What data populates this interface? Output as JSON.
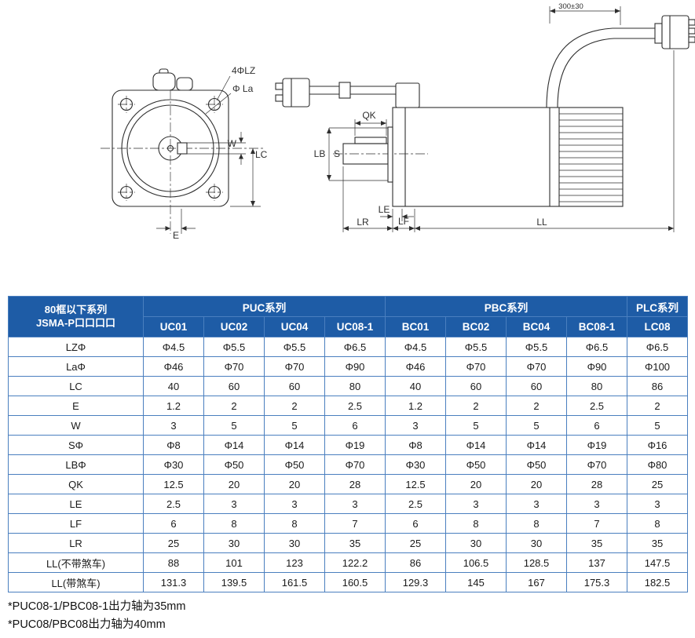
{
  "drawing": {
    "front_view": {
      "label_holes": "4ΦLZ",
      "label_flange_dia": "Φ La",
      "label_w": "W",
      "label_lc": "LC",
      "label_e": "E"
    },
    "side_view": {
      "label_qk": "QK",
      "label_lb": "LB",
      "label_s": "S",
      "label_le": "LE",
      "label_lr": "LR",
      "label_lf": "LF",
      "label_ll": "LL",
      "label_cable_length": "300±30"
    }
  },
  "table": {
    "header": {
      "series_col_line1": "80框以下系列",
      "series_col_line2": "JSMA-P口口口口",
      "groups": [
        {
          "label": "PUC系列",
          "span": 4
        },
        {
          "label": "PBC系列",
          "span": 4
        },
        {
          "label": "PLC系列",
          "span": 1
        }
      ],
      "models": [
        "UC01",
        "UC02",
        "UC04",
        "UC08-1",
        "BC01",
        "BC02",
        "BC04",
        "BC08-1",
        "LC08"
      ]
    },
    "rows": [
      {
        "param": "LZΦ",
        "values": [
          "Φ4.5",
          "Φ5.5",
          "Φ5.5",
          "Φ6.5",
          "Φ4.5",
          "Φ5.5",
          "Φ5.5",
          "Φ6.5",
          "Φ6.5"
        ]
      },
      {
        "param": "LaΦ",
        "values": [
          "Φ46",
          "Φ70",
          "Φ70",
          "Φ90",
          "Φ46",
          "Φ70",
          "Φ70",
          "Φ90",
          "Φ100"
        ]
      },
      {
        "param": "LC",
        "values": [
          "40",
          "60",
          "60",
          "80",
          "40",
          "60",
          "60",
          "80",
          "86"
        ]
      },
      {
        "param": "E",
        "values": [
          "1.2",
          "2",
          "2",
          "2.5",
          "1.2",
          "2",
          "2",
          "2.5",
          "2"
        ]
      },
      {
        "param": "W",
        "values": [
          "3",
          "5",
          "5",
          "6",
          "3",
          "5",
          "5",
          "6",
          "5"
        ]
      },
      {
        "param": "SΦ",
        "values": [
          "Φ8",
          "Φ14",
          "Φ14",
          "Φ19",
          "Φ8",
          "Φ14",
          "Φ14",
          "Φ19",
          "Φ16"
        ]
      },
      {
        "param": "LBΦ",
        "values": [
          "Φ30",
          "Φ50",
          "Φ50",
          "Φ70",
          "Φ30",
          "Φ50",
          "Φ50",
          "Φ70",
          "Φ80"
        ]
      },
      {
        "param": "QK",
        "values": [
          "12.5",
          "20",
          "20",
          "28",
          "12.5",
          "20",
          "20",
          "28",
          "25"
        ]
      },
      {
        "param": "LE",
        "values": [
          "2.5",
          "3",
          "3",
          "3",
          "2.5",
          "3",
          "3",
          "3",
          "3"
        ]
      },
      {
        "param": "LF",
        "values": [
          "6",
          "8",
          "8",
          "7",
          "6",
          "8",
          "8",
          "7",
          "8"
        ]
      },
      {
        "param": "LR",
        "values": [
          "25",
          "30",
          "30",
          "35",
          "25",
          "30",
          "30",
          "35",
          "35"
        ]
      },
      {
        "param": "LL(不带煞车)",
        "values": [
          "88",
          "101",
          "123",
          "122.2",
          "86",
          "106.5",
          "128.5",
          "137",
          "147.5"
        ]
      },
      {
        "param": "LL(带煞车)",
        "values": [
          "131.3",
          "139.5",
          "161.5",
          "160.5",
          "129.3",
          "145",
          "167",
          "175.3",
          "182.5"
        ]
      }
    ]
  },
  "notes": [
    "*PUC08-1/PBC08-1出力轴为35mm",
    "*PUC08/PBC08出力轴为40mm"
  ],
  "colors": {
    "header_bg": "#1e5ca6",
    "header_text": "#ffffff",
    "grid_border": "#4a7fbf",
    "body_text": "#1a1a1a",
    "line_color": "#2e2e2e"
  }
}
